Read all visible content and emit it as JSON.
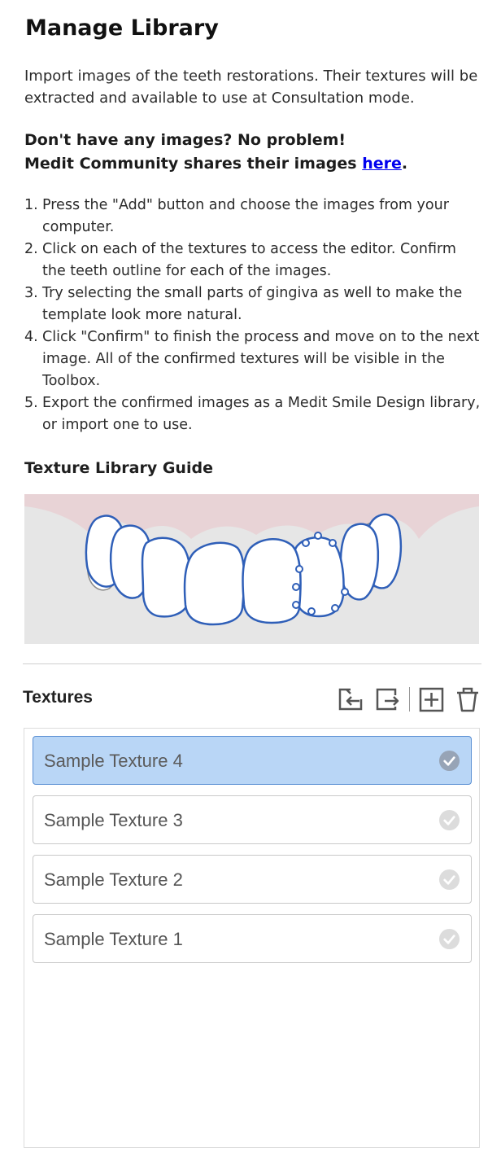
{
  "title": "Manage Library",
  "intro": "Import images of the teeth restorations. Their textures will be extracted and available to use at Consultation mode.",
  "promo": {
    "line1": "Don't have any images? No problem!",
    "line2_before": "Medit Community shares their images ",
    "link_text": "here",
    "line2_after": "."
  },
  "steps": [
    {
      "num": "1.",
      "text": "Press the \"Add\" button and choose the images from your computer."
    },
    {
      "num": "2.",
      "text": "Click on each of the textures to access the editor. Confirm the teeth outline for each of the images."
    },
    {
      "num": "3.",
      "text": "Try selecting the small parts of gingiva as well to make the template look more natural."
    },
    {
      "num": "4.",
      "text": "Click \"Confirm\" to finish the process and move on to the next image. All of the confirmed textures will be visible in the Toolbox."
    },
    {
      "num": "5.",
      "text": "Export the confirmed images as a Medit Smile Design library, or import one to use."
    }
  ],
  "guide_heading": "Texture Library Guide",
  "textures_heading": "Textures",
  "toolbar": {
    "icons": [
      "import-icon",
      "export-icon",
      "add-icon",
      "delete-icon"
    ]
  },
  "textures": [
    {
      "name": "Sample Texture 4",
      "selected": true,
      "confirmed": true
    },
    {
      "name": "Sample Texture 3",
      "selected": false,
      "confirmed": false
    },
    {
      "name": "Sample Texture 2",
      "selected": false,
      "confirmed": false
    },
    {
      "name": "Sample Texture 1",
      "selected": false,
      "confirmed": false
    }
  ],
  "colors": {
    "accent_selected_bg": "#b9d6f6",
    "accent_selected_border": "#5a8fd3",
    "tooth_outline": "#2f5fb8",
    "gum": "#e7d0d3",
    "guide_bg": "#e6e6e6",
    "link": "#0000ee"
  }
}
